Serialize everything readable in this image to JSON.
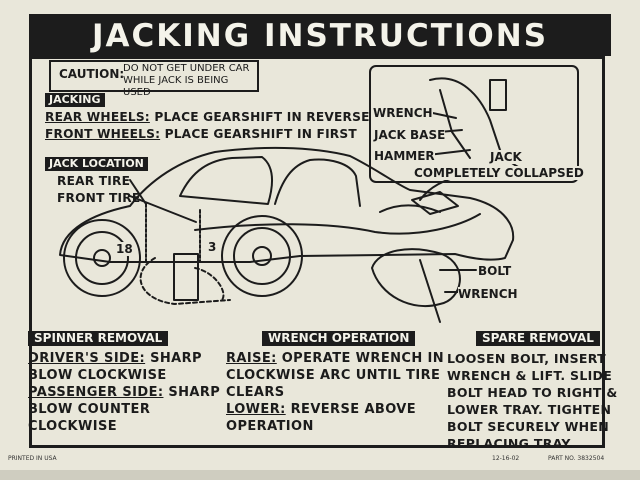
{
  "title": "JACKING INSTRUCTIONS",
  "caution": {
    "label": "CAUTION:",
    "line1": "DO NOT GET UNDER CAR",
    "line2": "WHILE JACK IS BEING USED"
  },
  "jacking": {
    "heading": "JACKING",
    "rear_label": "REAR WHEELS:",
    "rear_text": " PLACE GEARSHIFT IN REVERSE",
    "front_label": "FRONT WHEELS:",
    "front_text": " PLACE GEARSHIFT IN FIRST"
  },
  "jack_location": {
    "heading": "JACK LOCATION",
    "rear_tire": "REAR TIRE",
    "front_tire": "FRONT TIRE",
    "rear_num": "18",
    "front_num": "3"
  },
  "inset_labels": {
    "wrench": "WRENCH",
    "jack_base": "JACK BASE",
    "hammer": "HAMMER",
    "jack": "JACK",
    "collapsed": "COMPLETELY COLLAPSED"
  },
  "car_labels": {
    "bolt": "BOLT",
    "wrench": "WRENCH"
  },
  "spinner": {
    "heading": "SPINNER REMOVAL",
    "driver_label": "DRIVER'S SIDE:",
    "driver_text": " SHARP",
    "driver_line2": "BLOW CLOCKWISE",
    "pass_label": "PASSENGER SIDE:",
    "pass_text": " SHARP",
    "pass_line2": "BLOW COUNTER",
    "pass_line3": "CLOCKWISE"
  },
  "wrench_op": {
    "heading": "WRENCH OPERATION",
    "raise_label": "RAISE:",
    "raise_text": " OPERATE WRENCH IN",
    "raise_line2": "CLOCKWISE ARC UNTIL TIRE",
    "raise_line3": "CLEARS",
    "lower_label": "LOWER:",
    "lower_text": " REVERSE ABOVE",
    "lower_line2": "OPERATION"
  },
  "spare": {
    "heading": "SPARE REMOVAL",
    "lines": [
      "LOOSEN BOLT, INSERT",
      "WRENCH & LIFT. SLIDE",
      "BOLT HEAD TO RIGHT &",
      "LOWER TRAY. TIGHTEN",
      "BOLT SECURELY WHEN",
      "REPLACING TRAY."
    ]
  },
  "footer": {
    "left": "PRINTED IN USA",
    "date": "12-16-02",
    "part": "PART NO. 3832504"
  }
}
